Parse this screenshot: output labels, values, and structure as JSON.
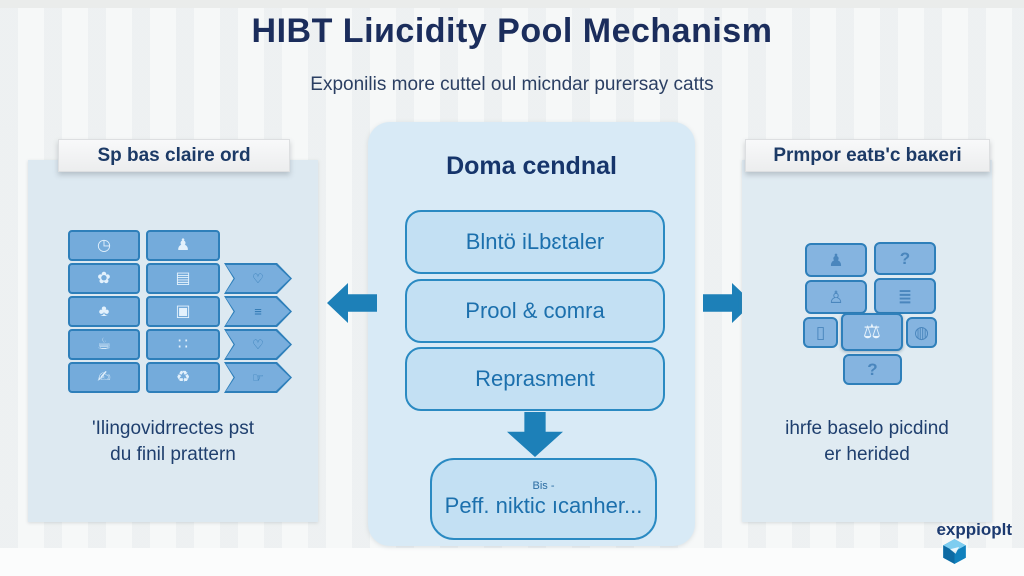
{
  "page": {
    "title": "HIBT Liиcidity Pool Mechanism",
    "subtitle": "Exponilis more cuttel oul micndar purersay catts"
  },
  "left_panel": {
    "header": "Sp bas claire ord",
    "caption_line1": "'Ilingovidrrectes pst",
    "caption_line2": "du finil prattern",
    "col1_tiles": [
      {
        "icon": "money-clock-icon",
        "glyph": "◷"
      },
      {
        "icon": "flower-coins-icon",
        "glyph": "✿"
      },
      {
        "icon": "coin-plant-icon",
        "glyph": "♣"
      },
      {
        "icon": "coin-bowl-icon",
        "glyph": "☕"
      },
      {
        "icon": "hand-coins-icon",
        "glyph": "✍"
      }
    ],
    "col2_tiles": [
      {
        "icon": "people-icon",
        "glyph": "♟"
      },
      {
        "icon": "banknote-icon",
        "glyph": "▤"
      },
      {
        "icon": "picture-frame-icon",
        "glyph": "▣"
      },
      {
        "icon": "group-icon",
        "glyph": "∷"
      },
      {
        "icon": "cycle-arrows-icon",
        "glyph": "♻"
      }
    ],
    "chevron_tiles": [
      {
        "icon": "heart-outline-icon",
        "glyph": "♡"
      },
      {
        "icon": "list-outline-icon",
        "glyph": "≡"
      },
      {
        "icon": "leaf-outline-icon",
        "glyph": "♡"
      },
      {
        "icon": "hand-outline-icon",
        "glyph": "☞"
      }
    ]
  },
  "center_panel": {
    "header": "Doma cendnal",
    "boxes": [
      "Blntö iLbɛtaler",
      "Prool & comra",
      "Reprasment"
    ],
    "result_box": {
      "note": "Bis -",
      "label": "Peff. niktic ıcanher..."
    }
  },
  "right_panel": {
    "header": "Prmpor eatв'c baĸeri",
    "caption_line1": "ihrfe baselo picdind",
    "caption_line2": "er herided",
    "tiles": [
      {
        "icon": "person-icon",
        "glyph": "♟"
      },
      {
        "icon": "question-icon",
        "glyph": "?"
      },
      {
        "icon": "person-coins-icon",
        "glyph": "♙"
      },
      {
        "icon": "text-lines-icon",
        "glyph": "≣"
      },
      {
        "icon": "phone-icon",
        "glyph": "▯"
      },
      {
        "icon": "scale-icon",
        "glyph": "⚖"
      },
      {
        "icon": "globe-icon",
        "glyph": "◍"
      },
      {
        "icon": "question-icon",
        "glyph": "?"
      }
    ]
  },
  "watermark": {
    "text": "exppioplt"
  },
  "colors": {
    "accent_blue": "#1d80b8",
    "box_fill": "#c3e0f3",
    "box_border": "#2a8ac2",
    "panel_bg": "#dde9f1",
    "tile_fill": "#74abdb",
    "title_navy": "#1b2d5c"
  }
}
